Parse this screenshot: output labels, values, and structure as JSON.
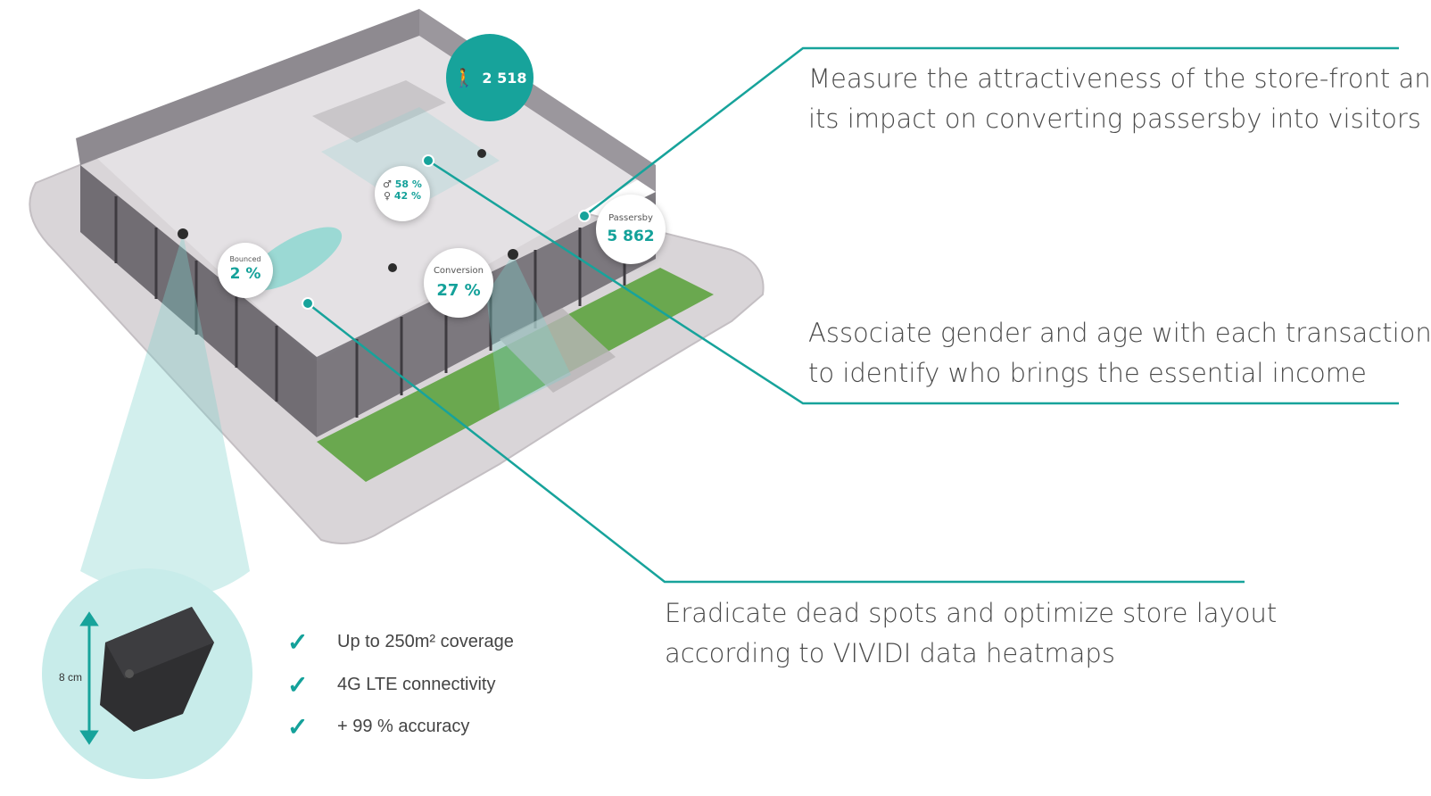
{
  "features": [
    {
      "lines": [
        "Measure the attractiveness of the store-front and",
        "its impact on converting passersby into visitors"
      ]
    },
    {
      "lines": [
        "Associate gender and age with each transaction",
        "to identify who brings the essential income"
      ]
    },
    {
      "lines": [
        "Eradicate dead spots and optimize store layout",
        "according to VIVIDI data heatmaps"
      ]
    }
  ],
  "stats": {
    "visitors": "2 518",
    "passersby_label": "Passersby",
    "passersby_value": "5 862",
    "conversion_label": "Conversion",
    "conversion_value": "27 %",
    "bounced_label": "Bounced",
    "bounced_value": "2 %",
    "male_pct": "58 %",
    "female_pct": "42 %"
  },
  "device": {
    "height_label": "8 cm"
  },
  "specs": [
    {
      "text": "Up to 250m² coverage"
    },
    {
      "text": "4G LTE connectivity"
    },
    {
      "text": "+ 99 %  accuracy"
    }
  ],
  "colors": {
    "accent": "#17a39b",
    "text": "#4a4a4a",
    "grass": "#6aa84f"
  },
  "icons": [
    "walking-person-icon",
    "male-icon",
    "female-icon",
    "check-icon",
    "double-arrow-icon",
    "camera-icon"
  ]
}
